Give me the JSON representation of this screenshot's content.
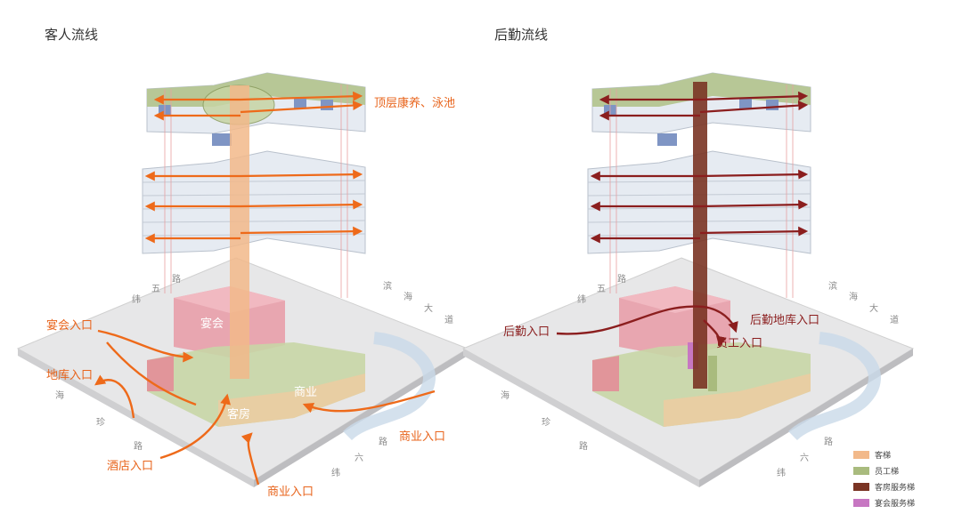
{
  "left": {
    "title": "客人流线",
    "top_label": "顶层康养、泳池",
    "banquet": "宴会",
    "commerce": "商业",
    "rooms": "客房",
    "entrances": {
      "banquet": "宴会入口",
      "garage": "地库入口",
      "hotel": "酒店入口",
      "commerce_right": "商业入口",
      "commerce_bottom": "商业入口"
    },
    "streets": {
      "wei5": [
        "纬",
        "五",
        "路"
      ],
      "binhai": [
        "滨",
        "海",
        "大",
        "道"
      ],
      "haizhen": [
        "海",
        "珍",
        "路"
      ],
      "wei6": [
        "纬",
        "六",
        "路"
      ]
    }
  },
  "right": {
    "title": "后勤流线",
    "logistics_entry": "后勤入口",
    "logistics_garage": "后勤地库入口",
    "staff_entry": "员工入口",
    "streets": {
      "wei5": [
        "纬",
        "五",
        "路"
      ],
      "binhai": [
        "滨",
        "海",
        "大",
        "道"
      ],
      "haizhen": [
        "海",
        "珍",
        "路"
      ],
      "wei6": [
        "纬",
        "六",
        "路"
      ]
    }
  },
  "legend": [
    {
      "label": "客梯",
      "color": "#f2b98a"
    },
    {
      "label": "员工梯",
      "color": "#a9bb7e"
    },
    {
      "label": "客房服务梯",
      "color": "#7a3424"
    },
    {
      "label": "宴会服务梯",
      "color": "#c777c2"
    }
  ],
  "colors": {
    "guest_flow": "#ee6a1a",
    "logistics_flow": "#8b1e1e"
  }
}
